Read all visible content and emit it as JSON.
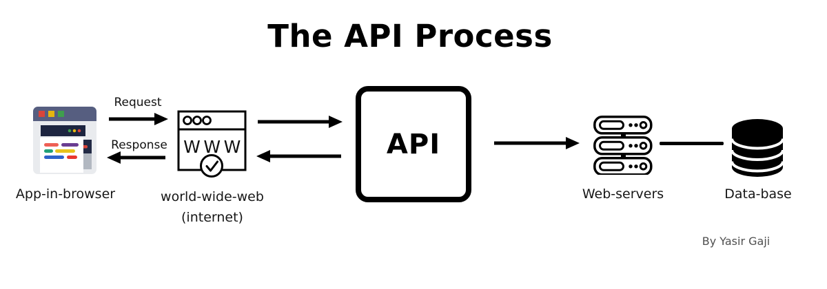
{
  "title": "The API Process",
  "credit": "By Yasir Gaji",
  "flow": {
    "request_label": "Request",
    "response_label": "Response"
  },
  "nodes": {
    "app_browser": {
      "label": "App-in-browser"
    },
    "www": {
      "label": "world-wide-web",
      "sublabel": "(internet)",
      "icon_text": "WWW"
    },
    "api": {
      "label": "API"
    },
    "web_servers": {
      "label": "Web-servers"
    },
    "database": {
      "label": "Data-base"
    }
  },
  "colors": {
    "arrow": "#000000",
    "title_text": "#000000",
    "label_text": "#161616",
    "credit_text": "#4f4f4f",
    "browser_titlebar": "#565e80",
    "browser_body": "#e9ebee",
    "browser_dark_panel": "#1d2540",
    "browser_side_panel": "#222a45",
    "browser_gray_panel": "#b2b8c1",
    "dot_red": "#d9453a",
    "dot_yellow": "#e5b510",
    "dot_green": "#3f9e4d",
    "line_salmon": "#ee5f55",
    "line_purple": "#6a3d91",
    "line_green": "#21a179",
    "line_yellow": "#e8c21c",
    "line_blue": "#2e62c9",
    "line_red": "#e8372e"
  }
}
